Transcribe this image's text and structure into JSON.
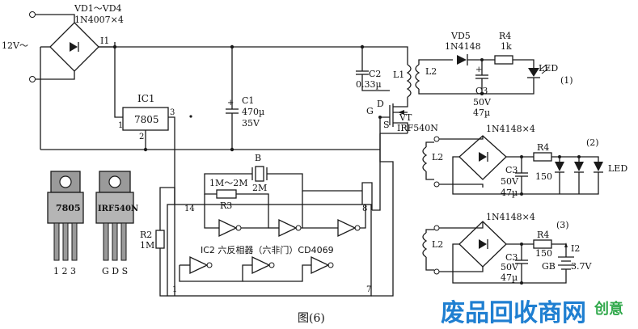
{
  "labels": {
    "bridge_name": "VD1～VD4",
    "bridge_part": "1N4007×4",
    "supply": "12V～",
    "current1": "I1",
    "ic1": "IC1",
    "ic1_part": "7805",
    "ic1_pin1": "1",
    "ic1_pin2": "2",
    "ic1_pin3": "3",
    "c1_name": "C1",
    "c1_val": "470µ",
    "c1_v": "35V",
    "c2_name": "C2",
    "c2_val": "0.33µ",
    "l1": "L1",
    "l2": "L2",
    "vd5": "VD5",
    "vd5_part": "1N4148",
    "r4": "R4",
    "r4_val_a": "1k",
    "c3": "C3",
    "c3_v": "50V",
    "c3_val": "47µ",
    "led": "LED",
    "circ1": "(1)",
    "gate": "G",
    "drain": "D",
    "source": "S",
    "vt": "VT",
    "vt_part": "IRF540N",
    "bridge2_part": "1N4148×4",
    "circ2": "(2)",
    "r4_val_b": "150",
    "circ3": "(3)",
    "i2": "I2",
    "gb": "GB",
    "batt_v": "3.7V",
    "xtal": "B",
    "xtal_val": "2M",
    "r3_range": "1M～2M",
    "r3": "R3",
    "r2": "R2",
    "r2_val": "1M",
    "pin14": "14",
    "pin8": "8",
    "pin1": "1",
    "pin7": "7",
    "ic2_desc": "IC2 六反相器（六非门）CD4069",
    "pkg1_name": "7805",
    "pkg1_pins": "1 2 3",
    "pkg2_name": "IRF540N",
    "pkg2_pins": "G D S",
    "caption": "图(6)",
    "watermark_main": "废品回收商网",
    "watermark_side": "创意"
  },
  "colors": {
    "ink": "#1a1a1a",
    "watermark_blue": "#1f7fd1",
    "watermark_green": "#2fa84a",
    "package_fill": "#9a9a9a"
  }
}
